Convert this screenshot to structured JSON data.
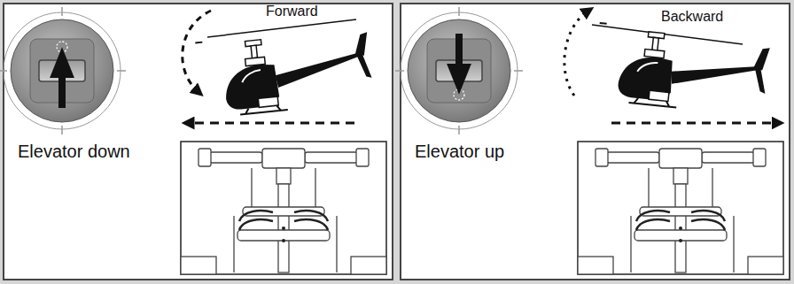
{
  "diagram": {
    "labels": [
      "Forward",
      "Elevator down",
      "Backward",
      "Elevator up"
    ]
  }
}
